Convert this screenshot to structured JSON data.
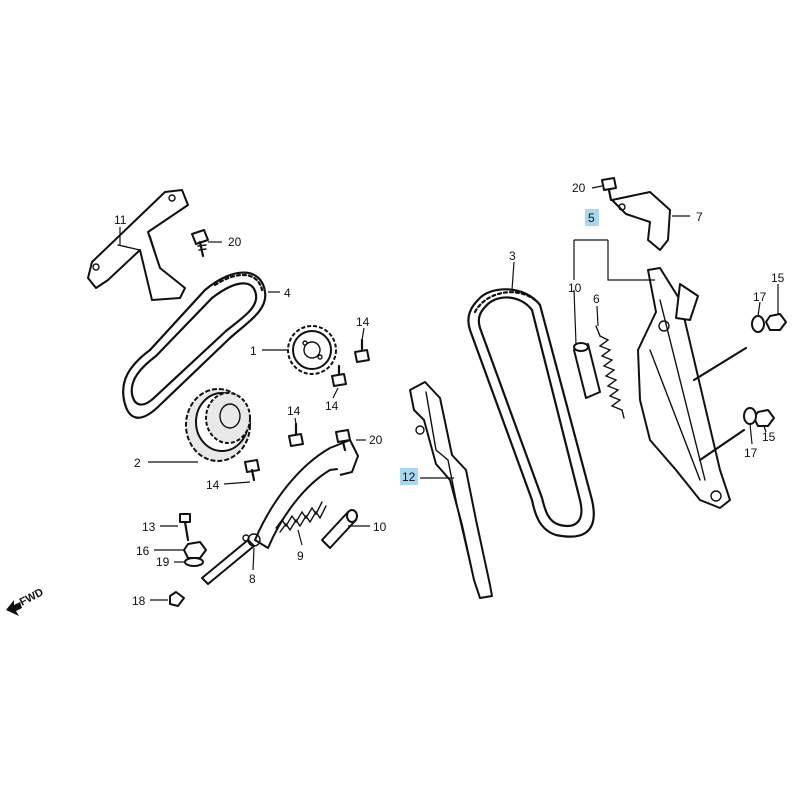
{
  "diagram": {
    "callouts": {
      "c1": "1",
      "c2": "2",
      "c3": "3",
      "c4": "4",
      "c5": "5",
      "c6": "6",
      "c7": "7",
      "c8": "8",
      "c9": "9",
      "c10a": "10",
      "c10b": "10",
      "c11": "11",
      "c12": "12",
      "c13": "13",
      "c14a": "14",
      "c14b": "14",
      "c14c": "14",
      "c14d": "14",
      "c15a": "15",
      "c15b": "15",
      "c16": "16",
      "c17a": "17",
      "c17b": "17",
      "c18": "18",
      "c19": "19",
      "c20a": "20",
      "c20b": "20",
      "c20c": "20"
    },
    "highlighted_callouts": [
      "5",
      "12"
    ],
    "highlight_color": "#a9d8ee",
    "fwd_label": "FWD"
  }
}
